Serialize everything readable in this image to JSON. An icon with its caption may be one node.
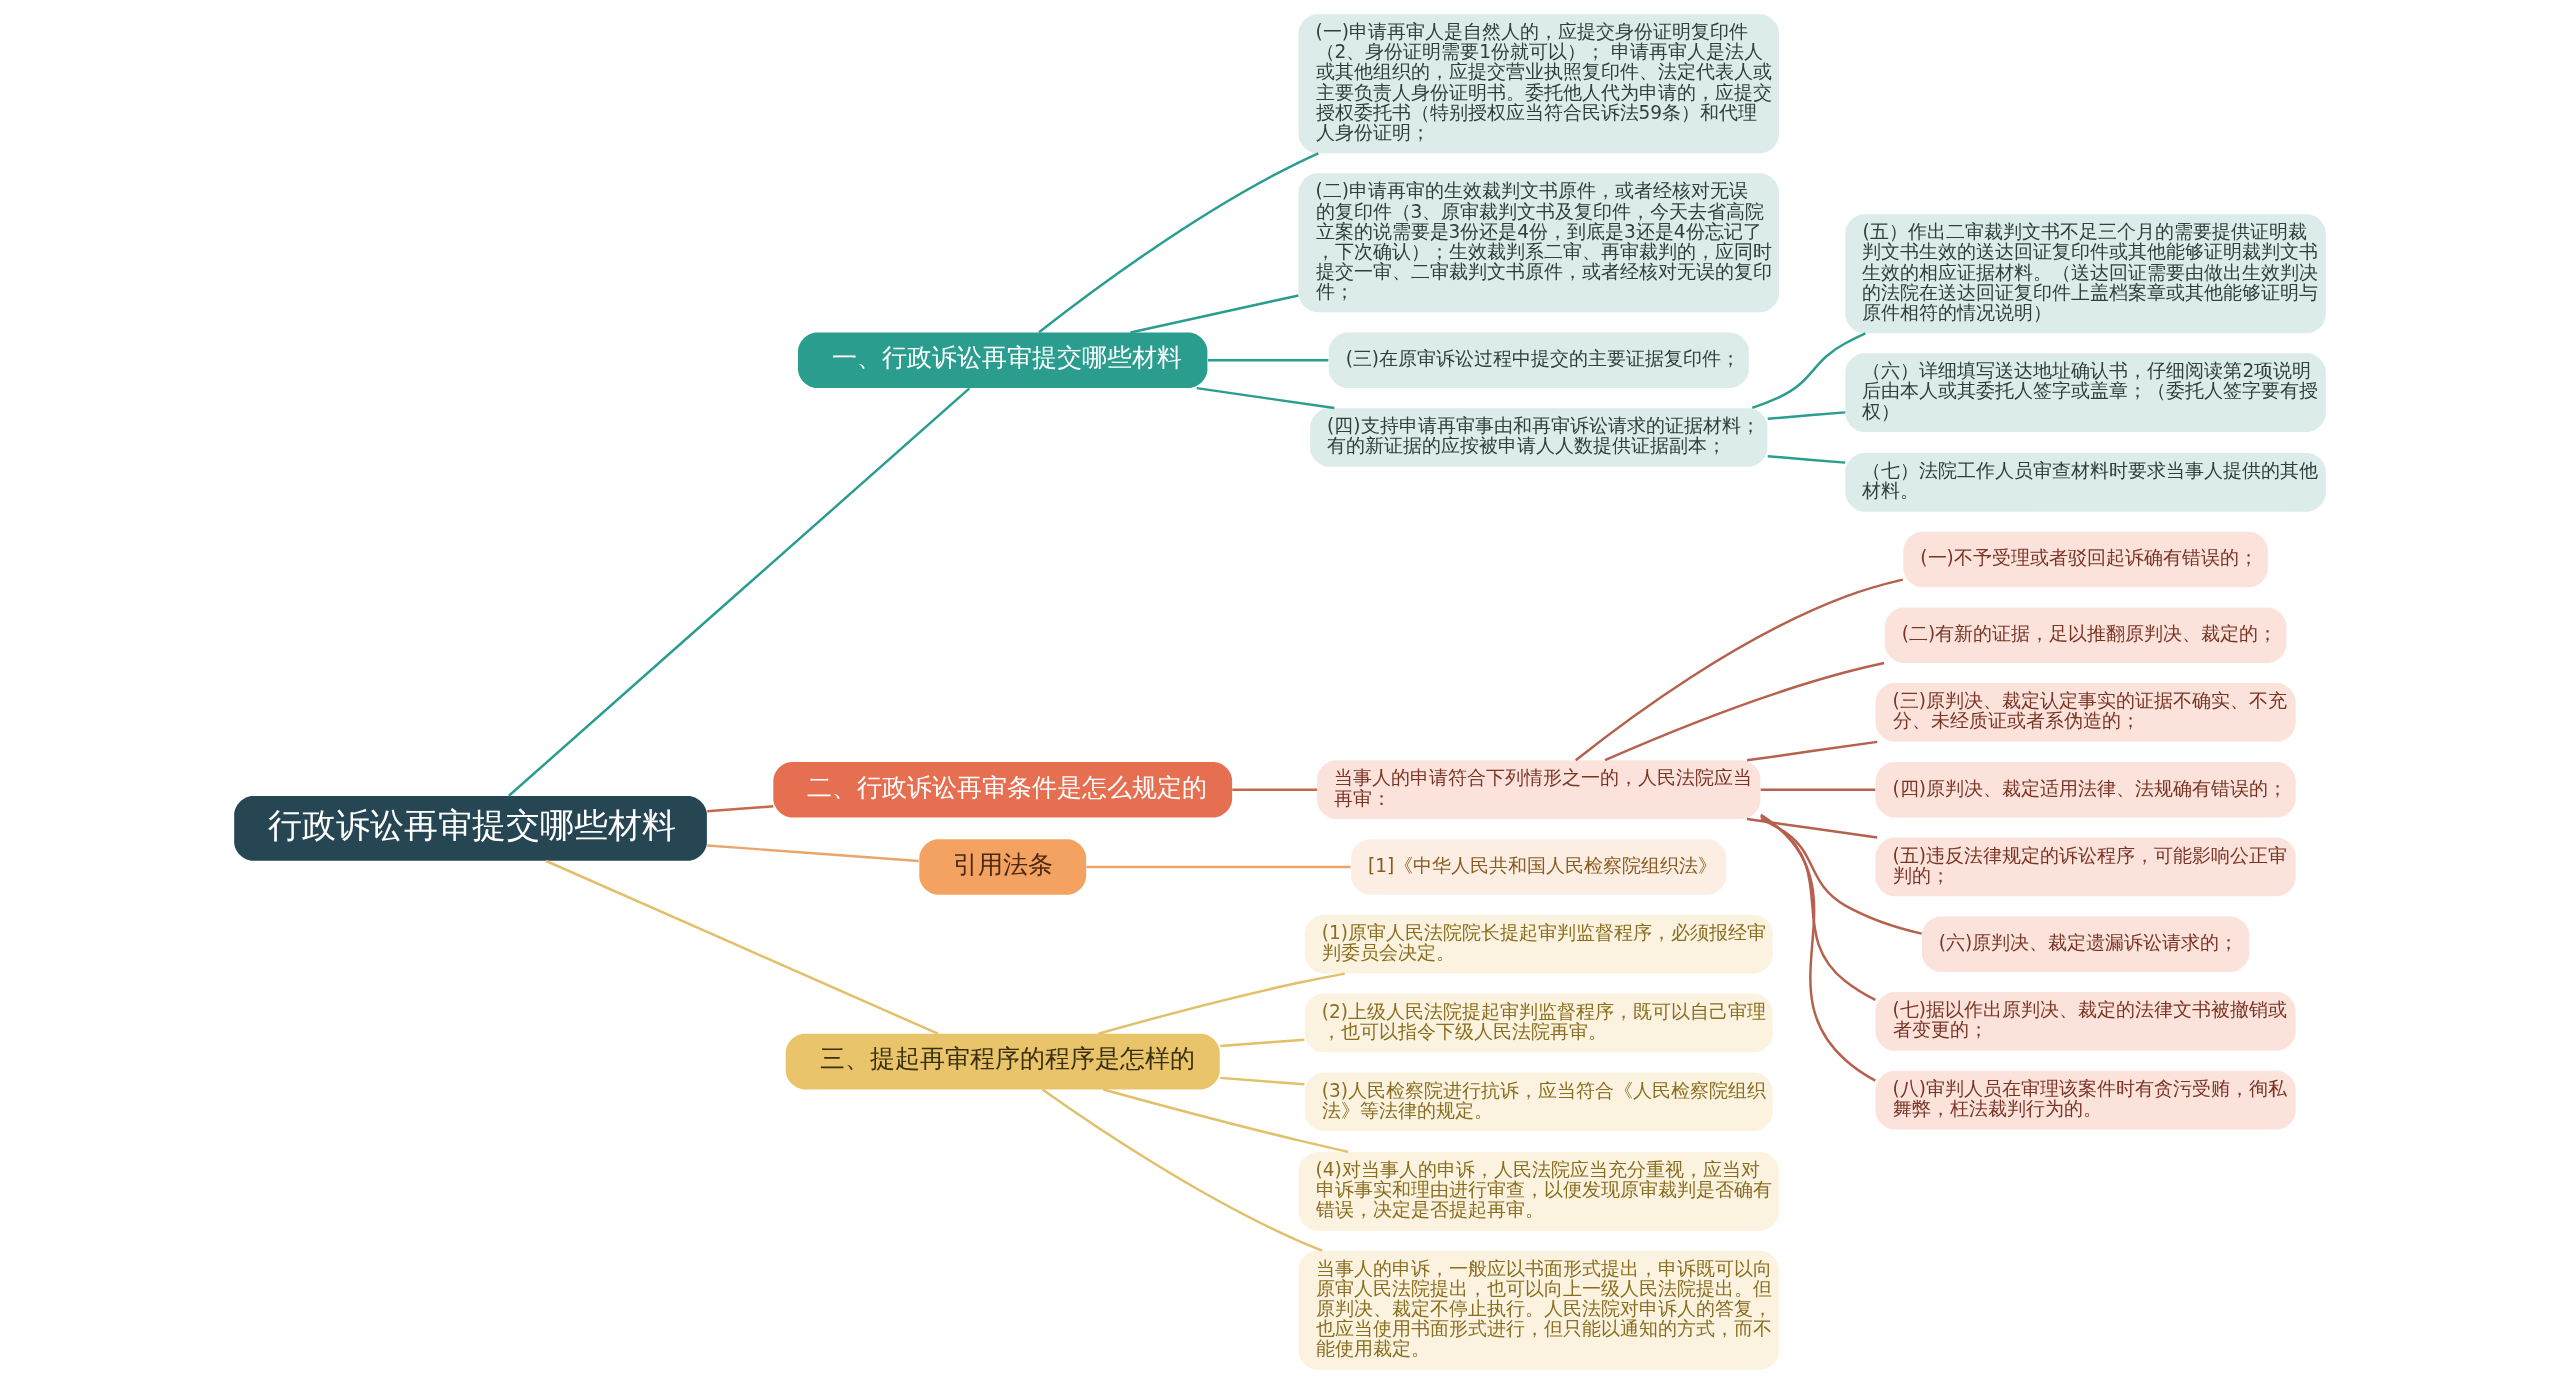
{
  "diagram": {
    "nodes": [
      {
        "text": [
          "行政诉讼再审提交哪些材料"
        ]
      },
      {
        "text": [
          "一、行政诉讼再审提交哪些材料"
        ]
      },
      {
        "text": [
          "(一)申请再审人是自然人的，应提交身份证明复印件（2、身份证明需要1份就可以）； 申请再审人是法人或其他组织的，应提交营业执照复印件、法定代表人或主要负责人身份证明书。委托他人代为申请的，应提交授权委托书（特别授权应当符合民诉法59条）和代理人身份证明；"
        ]
      },
      {
        "text": [
          "(二)申请再审的生效裁判文书原件，或者经核对无误的复印件（3、原审裁判文书及复印件，今天去省高院立案的说需要是3份还是4份，到底是3还是4份忘记了，下次确认）；生效裁判系二审、再审裁判的，应同时提交一审、二审裁判文书原件，或者经核对无误的复印件；"
        ]
      },
      {
        "text": [
          "(三)在原审诉讼过程中提交的主要证据复印件；"
        ]
      },
      {
        "text": [
          "(四)支持申请再审事由和再审诉讼请求的证据材料；有的新证据的应按被申请人人数提供证据副本；"
        ]
      },
      {
        "text": [
          "(五）作出二审裁判文书不足三个月的需要提供证明裁判文书生效的送达回证复印件或其他能够证明裁判文书生效的相应证据材料。（送达回证需要由做出生效判决的法院在送达回证复印件上盖档案章或其他能够证明与原件相符的情况说明）"
        ]
      },
      {
        "text": [
          "（六）详细填写送达地址确认书，仔细阅读第2项说明后由本人或其委托人签字或盖章；（委托人签字要有授权）"
        ]
      },
      {
        "text": [
          "（七）法院工作人员审查材料时要求当事人提供的其他材料。"
        ]
      },
      {
        "text": [
          "二、行政诉讼再审条件是怎么规定的"
        ]
      },
      {
        "text": [
          "当事人的申请符合下列情形之一的，人民法院应当再审："
        ]
      },
      {
        "text": [
          "(一)不予受理或者驳回起诉确有错误的；"
        ]
      },
      {
        "text": [
          "(二)有新的证据，足以推翻原判决、裁定的；"
        ]
      },
      {
        "text": [
          "(三)原判决、裁定认定事实的证据不确实、不充分、未经质证或者系伪造的；"
        ]
      },
      {
        "text": [
          "(四)原判决、裁定适用法律、法规确有错误的；"
        ]
      },
      {
        "text": [
          "(五)违反法律规定的诉讼程序，可能影响公正审判的；"
        ]
      },
      {
        "text": [
          "(六)原判决、裁定遗漏诉讼请求的；"
        ]
      },
      {
        "text": [
          "(七)据以作出原判决、裁定的法律文书被撤销或者变更的；"
        ]
      },
      {
        "text": [
          "(八)审判人员在审理该案件时有贪污受贿，徇私舞弊，枉法裁判行为的。"
        ]
      },
      {
        "text": [
          "引用法条"
        ]
      },
      {
        "text": [
          "[1]《中华人民共和国人民检察院组织法》"
        ]
      },
      {
        "text": [
          "三、提起再审程序的程序是怎样的"
        ]
      },
      {
        "text": [
          "(1)原审人民法院院长提起审判监督程序，必须报经审判委员会决定。"
        ]
      },
      {
        "text": [
          "(2)上级人民法院提起审判监督程序，既可以自己审理，也可以指令下级人民法院再审。"
        ]
      },
      {
        "text": [
          "(3)人民检察院进行抗诉，应当符合《人民检察院组织法》等法律的规定。"
        ]
      },
      {
        "text": [
          "(4)对当事人的申诉，人民法院应当充分重视，应当对申诉事实和理由进行审查，以便发现原审裁判是否确有错误，决定是否提起再审。"
        ]
      },
      {
        "text": [
          "当事人的申诉，一般应以书面形式提出，申诉既可以向原审人民法院提出，也可以向上一级人民法院提出。但原判决、裁定不停止执行。人民法院对申诉人的答复，也应当使用书面形式进行，但只能以通知的方式，而不能使用裁定。"
        ]
      }
    ],
    "edges": [
      {
        "from": 0,
        "to": 1,
        "arrow": "none",
        "color": "#2a9d8f"
      },
      {
        "from": 1,
        "to": 2,
        "arrow": "none",
        "color": "#2a9d8f"
      },
      {
        "from": 1,
        "to": 3,
        "arrow": "none",
        "color": "#2a9d8f"
      },
      {
        "from": 1,
        "to": 4,
        "arrow": "none",
        "color": "#2a9d8f"
      },
      {
        "from": 1,
        "to": 5,
        "arrow": "none",
        "color": "#2a9d8f"
      },
      {
        "from": 5,
        "to": 6,
        "arrow": "none",
        "color": "#2a9d8f"
      },
      {
        "from": 5,
        "to": 7,
        "arrow": "none",
        "color": "#2a9d8f"
      },
      {
        "from": 5,
        "to": 8,
        "arrow": "none",
        "color": "#2a9d8f"
      },
      {
        "from": 0,
        "to": 9,
        "arrow": "none",
        "color": "#c8674b"
      },
      {
        "from": 9,
        "to": 10,
        "arrow": "none",
        "color": "#c8674b"
      },
      {
        "from": 10,
        "to": 11,
        "arrow": "none",
        "color": "#b5614d"
      },
      {
        "from": 10,
        "to": 12,
        "arrow": "none",
        "color": "#b5614d"
      },
      {
        "from": 10,
        "to": 13,
        "arrow": "none",
        "color": "#b5614d"
      },
      {
        "from": 10,
        "to": 14,
        "arrow": "none",
        "color": "#b5614d"
      },
      {
        "from": 10,
        "to": 15,
        "arrow": "none",
        "color": "#b5614d"
      },
      {
        "from": 10,
        "to": 16,
        "arrow": "none",
        "color": "#b5614d"
      },
      {
        "from": 10,
        "to": 17,
        "arrow": "none",
        "color": "#b5614d"
      },
      {
        "from": 10,
        "to": 18,
        "arrow": "none",
        "color": "#b5614d"
      },
      {
        "from": 0,
        "to": 19,
        "arrow": "none",
        "color": "#e9a66b"
      },
      {
        "from": 19,
        "to": 20,
        "arrow": "none",
        "color": "#e9a66b"
      },
      {
        "from": 0,
        "to": 21,
        "arrow": "none",
        "color": "#e2c06a"
      },
      {
        "from": 21,
        "to": 22,
        "arrow": "none",
        "color": "#e2c06a"
      },
      {
        "from": 21,
        "to": 23,
        "arrow": "none",
        "color": "#e2c06a"
      },
      {
        "from": 21,
        "to": 24,
        "arrow": "none",
        "color": "#e2c06a"
      },
      {
        "from": 21,
        "to": 25,
        "arrow": "none",
        "color": "#e2c06a"
      },
      {
        "from": 21,
        "to": 26,
        "arrow": "none",
        "color": "#e2c06a"
      }
    ]
  }
}
